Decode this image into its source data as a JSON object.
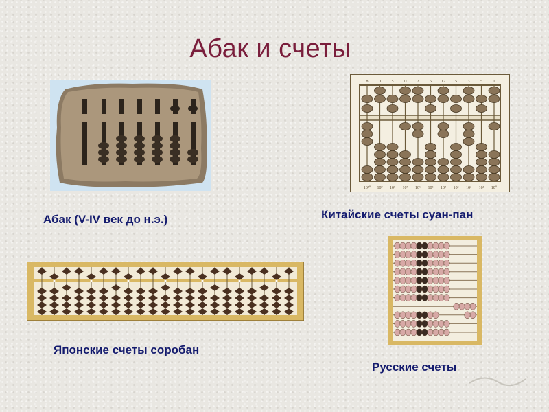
{
  "slide": {
    "title": "Абак и счеты",
    "captions": {
      "abacus": "Абак (V-IV век до н.э.)",
      "suanpan": "Китайские счеты суан-пан",
      "soroban": "Японские счеты соробан",
      "schoty": "Русские счеты"
    },
    "suanpan_labels": {
      "top": [
        "8",
        "0",
        "5",
        "11",
        "2",
        "5",
        "12",
        "5",
        "3",
        "5",
        "1"
      ],
      "bottom": [
        "10¹⁰",
        "10⁹",
        "10⁸",
        "10⁷",
        "10⁶",
        "10⁵",
        "10⁴",
        "10³",
        "10²",
        "10¹",
        "10⁰"
      ]
    },
    "colors": {
      "title": "#7a1e3c",
      "caption": "#141b6e",
      "wood": "#d9b864",
      "bead_brown": "#7a5a3a",
      "bead_pink": "#d7a9a6",
      "bead_dark": "#3a2b22"
    }
  }
}
